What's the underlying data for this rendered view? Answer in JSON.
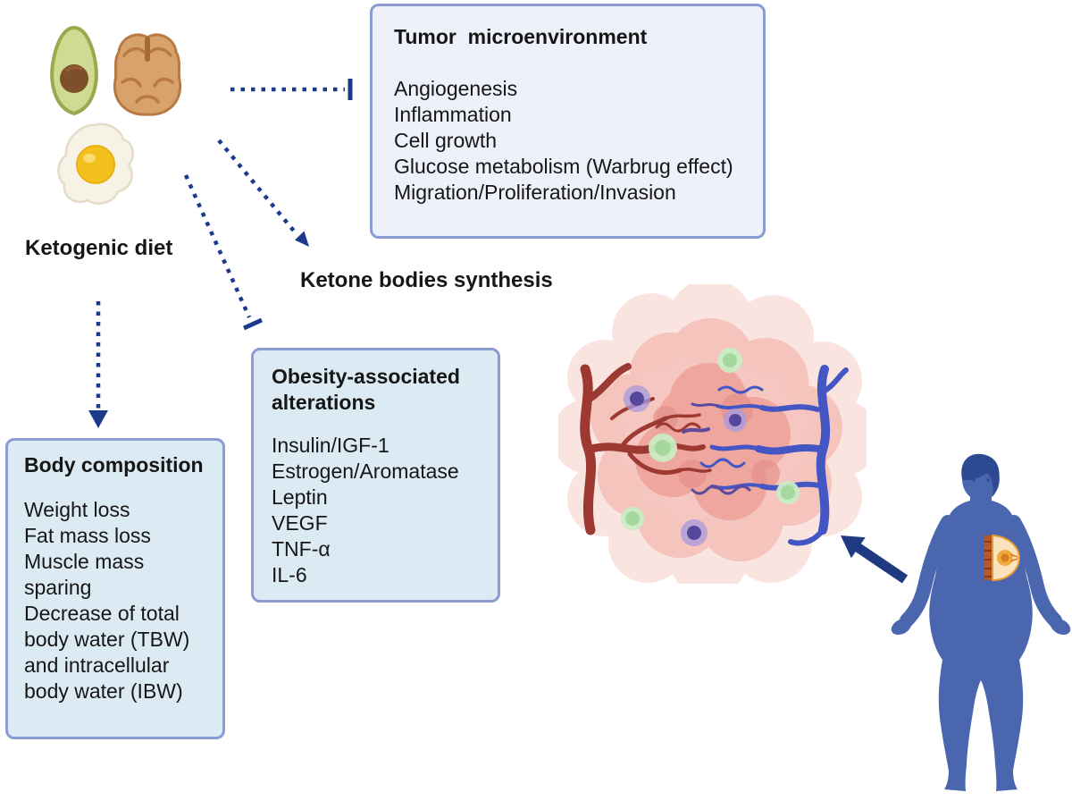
{
  "figure": {
    "diet_label": "Ketogenic diet",
    "ketone_label": "Ketone bodies synthesis",
    "boxes": {
      "tumor": {
        "title": "Tumor  microenvironment",
        "items": [
          "Angiogenesis",
          "Inflammation",
          "Cell growth",
          "Glucose metabolism (Warbrug effect)",
          "Migration/Proliferation/Invasion"
        ]
      },
      "obesity": {
        "title": "Obesity-associated alterations",
        "items": [
          "Insulin/IGF-1",
          "Estrogen/Aromatase",
          "Leptin",
          "VEGF",
          "TNF-α",
          "IL-6"
        ]
      },
      "body_composition": {
        "title": "Body composition",
        "items": [
          "Weight loss",
          "Fat mass loss",
          "Muscle mass sparing",
          "Decrease of total body water (TBW) and intracellular body water (IBW)"
        ]
      }
    },
    "icons": {
      "foods": [
        "avocado-icon",
        "walnut-icon",
        "fried-egg-icon"
      ],
      "tumor": "tumor-microenvironment-illustration",
      "woman": "obese-woman-illustration",
      "breast": "breast-tissue-icon"
    },
    "colors": {
      "arrow_navy": "#1c3a8c",
      "solid_arrow_navy": "#1e3a80",
      "panel_border": "#8b9cd4",
      "tumor_panel_bg": "#eef1fa",
      "list_panel_bg": "#dcebf3",
      "text": "#161616",
      "body_figure_blue": "#4a66ae",
      "hair_blue": "#2d4a92",
      "artery_red": "#9c3a32",
      "vein_blue": "#4456c4",
      "tumor_pink": "#f4c1ba",
      "green_cell": "#c9ecc4",
      "purple_cell": "#55479c",
      "egg_yolk": "#f3c01d",
      "avocado_green": "#cfdb92",
      "walnut_tan": "#d8a26c"
    }
  }
}
